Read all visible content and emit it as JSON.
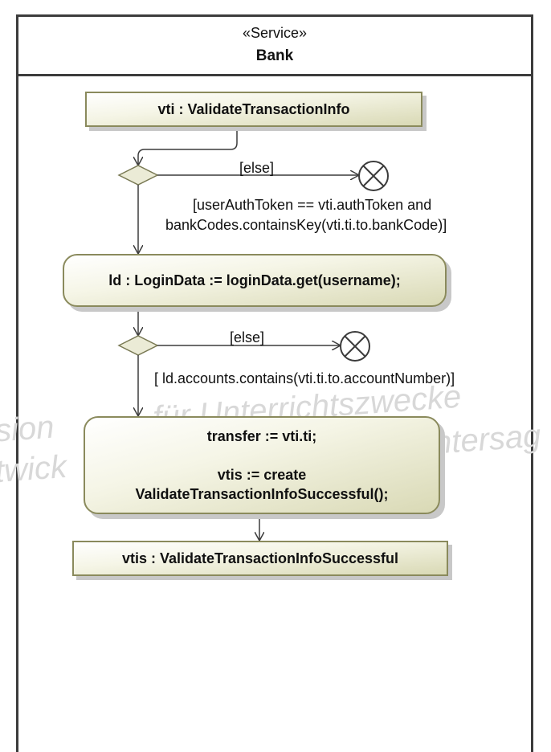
{
  "lane": {
    "stereotype": "«Service»",
    "title": "Bank"
  },
  "watermark": {
    "line1": "sion",
    "line2": "twick",
    "line3": "für Unterrichtszwecke",
    "line4": "ntersag"
  },
  "nodes": {
    "input_pin": "vti : ValidateTransactionInfo",
    "action_login": "ld : LoginData := loginData.get(username);",
    "action_transfer": "transfer := vti.ti;\n\nvtis := create\nValidateTransactionInfoSuccessful();",
    "output_pin": "vtis : ValidateTransactionInfoSuccessful"
  },
  "guards": {
    "else1": "[else]",
    "auth_line1": "[userAuthToken == vti.authToken and",
    "auth_line2": "bankCodes.containsKey(vti.ti.to.bankCode)]",
    "else2": "[else]",
    "accounts": "[ ld.accounts.contains(vti.ti.to.accountNumber)]"
  }
}
